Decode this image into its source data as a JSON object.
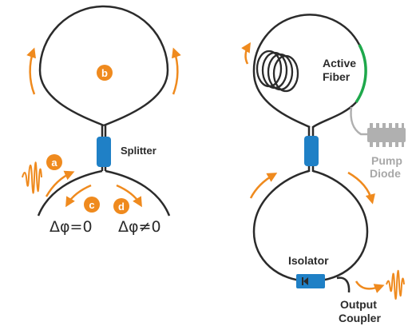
{
  "colors": {
    "fiber": "#2b2b2b",
    "accent": "#ef8a1e",
    "component": "#1f80c6",
    "active_fiber": "#1ea84b",
    "pump": "#b0b0b0",
    "pump_text": "#a8a8a8"
  },
  "left": {
    "badges": {
      "a": "a",
      "b": "b",
      "c": "c",
      "d": "d"
    },
    "splitter_label": "Splitter",
    "phase_zero": "Δφ=0",
    "phase_nonzero": "Δφ≠0"
  },
  "right": {
    "active_fiber_line1": "Active",
    "active_fiber_line2": "Fiber",
    "pump_line1": "Pump",
    "pump_line2": "Diode",
    "isolator_label": "Isolator",
    "output_line1": "Output",
    "output_line2": "Coupler"
  }
}
